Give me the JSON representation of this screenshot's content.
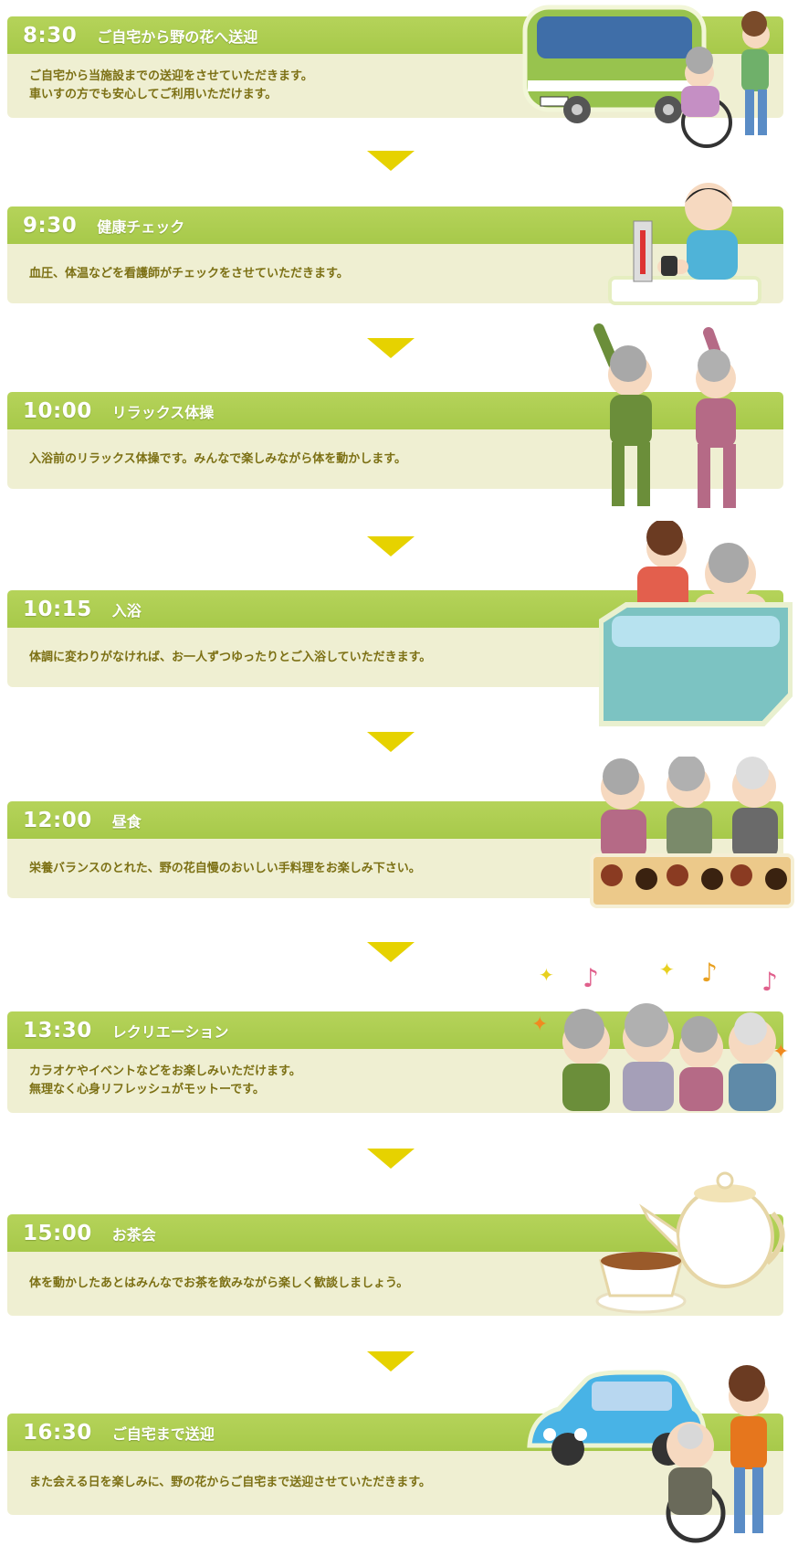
{
  "schedule": [
    {
      "time": "8:30",
      "title": "ご自宅から野の花へ送迎",
      "lines": [
        "ご自宅から当施設までの送迎をさせていただきます。",
        "車いすの方でも安心してご利用いただけます。"
      ],
      "illustration": "van-wheelchair-illustration"
    },
    {
      "time": "9:30",
      "title": "健康チェック",
      "lines": [
        "血圧、体温などを看護師がチェックをさせていただきます。"
      ],
      "illustration": "blood-pressure-illustration"
    },
    {
      "time": "10:00",
      "title": "リラックス体操",
      "lines": [
        "入浴前のリラックス体操です。みんなで楽しみながら体を動かします。"
      ],
      "illustration": "exercise-illustration"
    },
    {
      "time": "10:15",
      "title": "入浴",
      "lines": [
        "体調に変わりがなければ、お一人ずつゆったりとご入浴していただきます。"
      ],
      "illustration": "bath-illustration"
    },
    {
      "time": "12:00",
      "title": "昼食",
      "lines": [
        "栄養バランスのとれた、野の花自慢のおいしい手料理をお楽しみ下さい。"
      ],
      "illustration": "lunch-illustration"
    },
    {
      "time": "13:30",
      "title": "レクリエーション",
      "lines": [
        "カラオケやイベントなどをお楽しみいただけます。",
        "無理なく心身リフレッシュがモットーです。"
      ],
      "illustration": "karaoke-illustration"
    },
    {
      "time": "15:00",
      "title": "お茶会",
      "lines": [
        "体を動かしたあとはみんなでお茶を飲みながら楽しく歓談しましょう。"
      ],
      "illustration": "tea-illustration"
    },
    {
      "time": "16:30",
      "title": "ご自宅まで送迎",
      "lines": [
        "また会える日を楽しみに、野の花からご自宅まで送迎させていただきます。"
      ],
      "illustration": "car-wheelchair-illustration"
    }
  ],
  "colors": {
    "header": "#a7c94a",
    "body": "#efefd2",
    "text": "#7c7014",
    "arrow": "#e6d200"
  },
  "arrow_icon": "chevron-down-icon"
}
